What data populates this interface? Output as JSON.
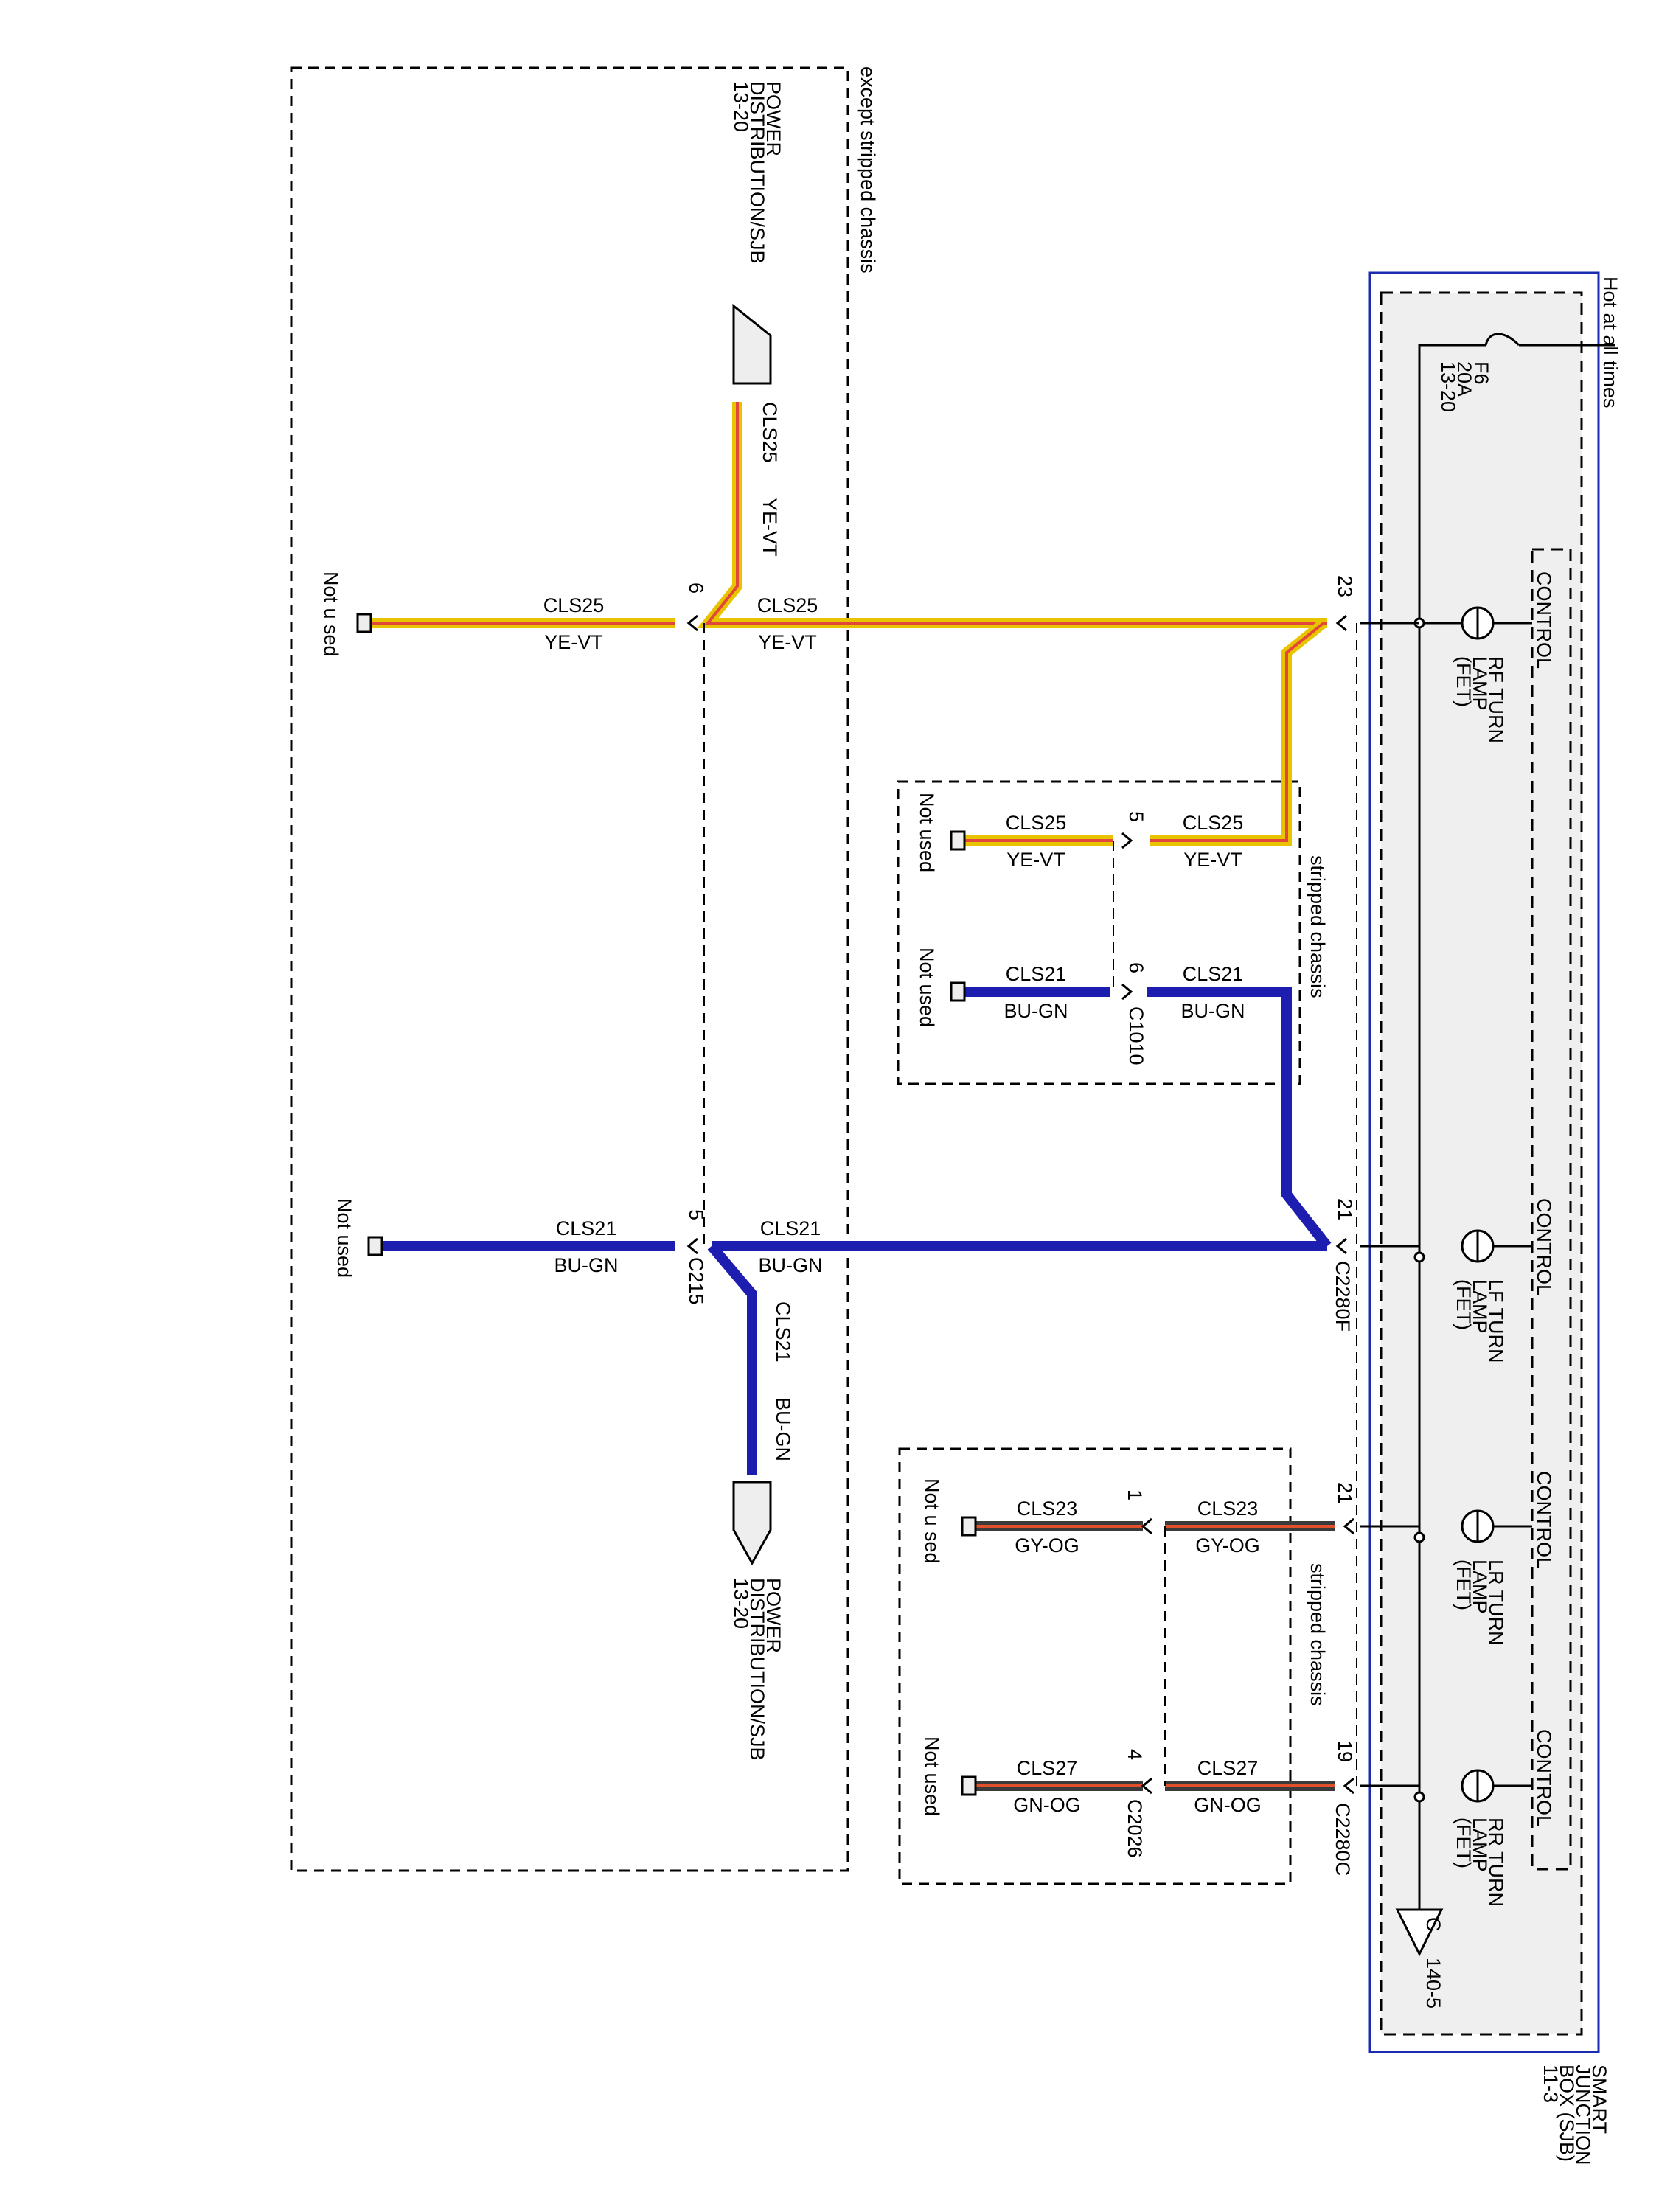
{
  "colors": {
    "ye_vt_outer": "#e8c400",
    "ye_vt_inner": "#e2483a",
    "gy_og_outer": "#3a3a3a",
    "gy_og_inner": "#e0502a",
    "gn_og_outer": "#3a3a3a",
    "gn_og_inner": "#e0502a",
    "bu_gn": "#1d1db0",
    "sjb_box_border": "#1a2bb0",
    "sjb_fill": "#efefef",
    "cap_fill": "#eeeeee"
  },
  "labels": {
    "hot_at_all_times": "Hot at all times",
    "fuse_name": "F6",
    "fuse_rating": "20A",
    "fuse_ref": "13-20",
    "control": "CONTROL",
    "rf_turn_1": "RF TURN",
    "rf_turn_2": "LAMP",
    "rf_turn_3": "(FET)",
    "lf_turn_1": "LF TURN",
    "lf_turn_2": "LAMP",
    "lf_turn_3": "(FET)",
    "lr_turn_1": "LR TURN",
    "lr_turn_2": "LAMP",
    "lr_turn_3": "(FET)",
    "rr_turn_1": "RR TURN",
    "rr_turn_2": "LAMP",
    "rr_turn_3": "(FET)",
    "sjb_1": "SMART",
    "sjb_2": "JUNCTION",
    "sjb_3": "BOX (SJB)",
    "sjb_4": "11-3",
    "offpage_ref": "140-5",
    "offpage_letter": "C",
    "except_stripped": "except stripped chassis",
    "stripped_chassis": "stripped chassis",
    "power_dist_1": "POWER",
    "power_dist_2": "DISTRIBUTION/SJB",
    "power_dist_3": "13-20",
    "not_used": "Not used",
    "not_used_spaced": "Not u sed"
  },
  "circuits": {
    "cls25": "CLS25",
    "ye_vt": "YE-VT",
    "cls21": "CLS21",
    "bu_gn": "BU-GN",
    "cls23": "CLS23",
    "gy_og": "GY-OG",
    "cls27": "CLS27",
    "gn_og": "GN-OG"
  },
  "pins": {
    "c2280f_23": "23",
    "c2280f_21": "21",
    "c2280c_21": "21",
    "c2280c_19": "19",
    "c215_6": "6",
    "c215_5": "5",
    "c1010_5": "5",
    "c1010_6": "6",
    "c2026_1": "1",
    "c2026_4": "4"
  },
  "connectors": {
    "c2280f": "C2280F",
    "c2280c": "C2280C",
    "c215": "C215",
    "c1010": "C1010",
    "c2026": "C2026"
  }
}
